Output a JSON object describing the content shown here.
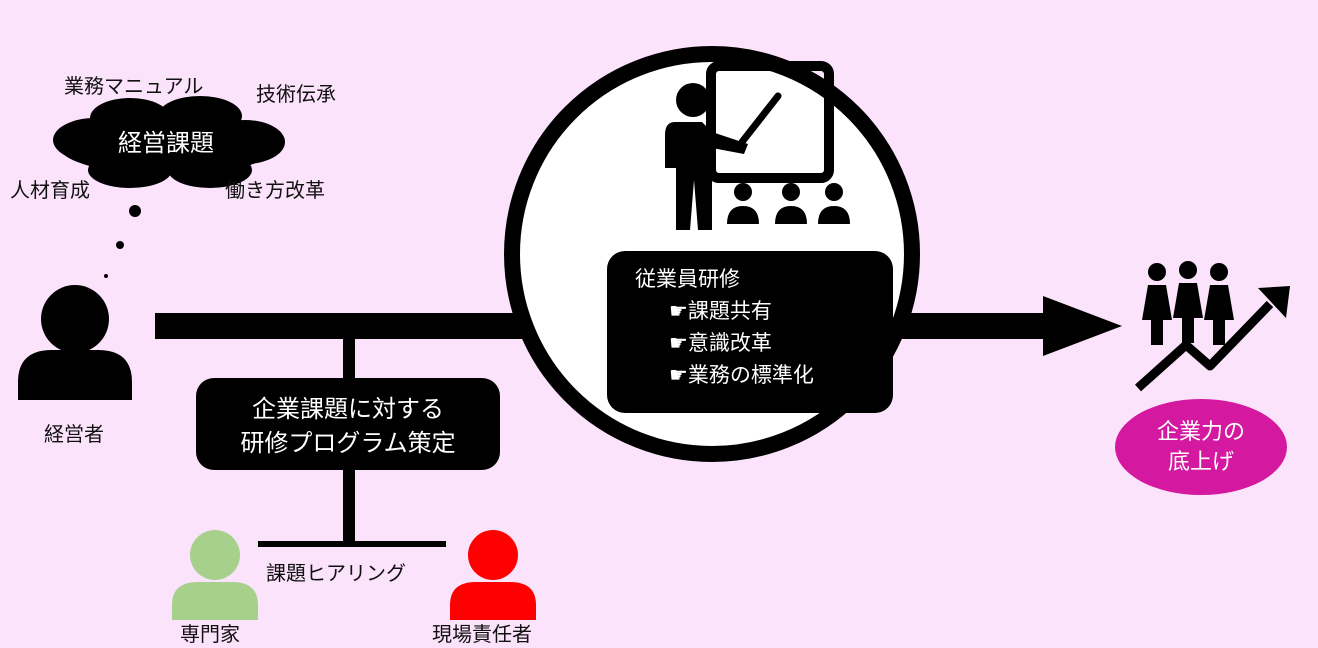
{
  "cloud": {
    "title": "経営課題",
    "topics": [
      "業務マニュアル",
      "技術伝承",
      "人材育成",
      "働き方改革"
    ]
  },
  "actors": {
    "manager": "経営者",
    "expert": "専門家",
    "site_lead": "現場責任者"
  },
  "planning_box": {
    "line1": "企業課題に対する",
    "line2": "研修プログラム策定"
  },
  "hearing_label": "課題ヒアリング",
  "training_box": {
    "title": "従業員研修",
    "items": [
      "☛課題共有",
      "☛意識改革",
      "☛業務の標準化"
    ]
  },
  "result_badge": {
    "line1": "企業力の",
    "line2": "底上げ"
  },
  "colors": {
    "background": "#fbe3fb",
    "expert": "#a8d08d",
    "site_lead": "#ff0000",
    "badge": "#d4189f",
    "ink": "#000000"
  }
}
